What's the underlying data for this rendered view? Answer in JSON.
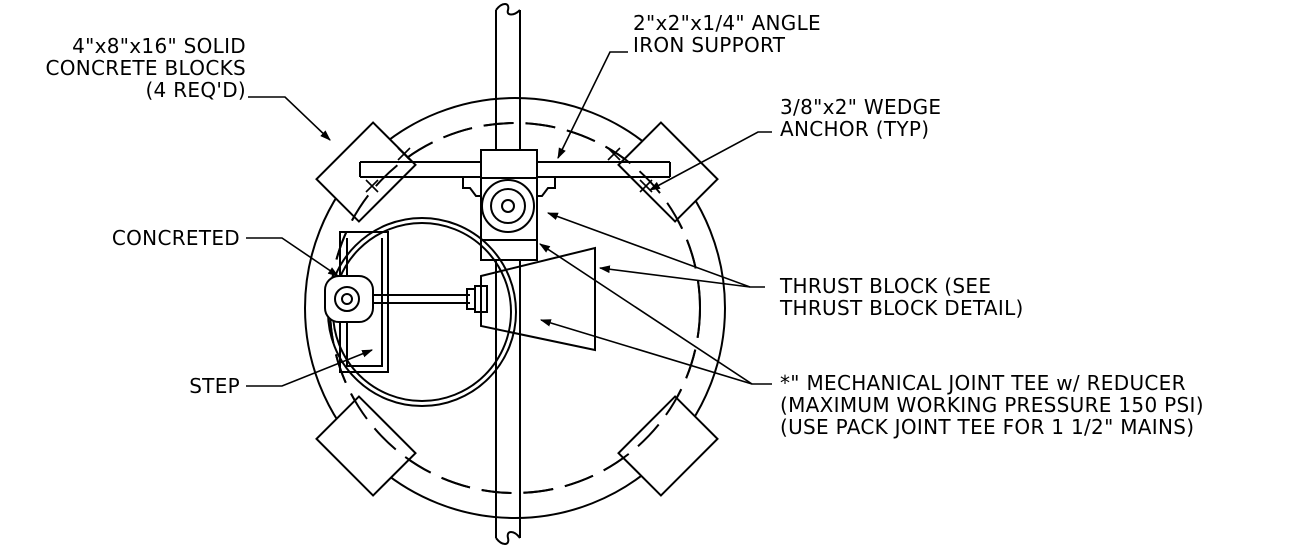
{
  "labels": {
    "blocks": [
      "4\"x8\"x16\" SOLID",
      "CONCRETE BLOCKS",
      "(4 REQ'D)"
    ],
    "angle": [
      "2\"x2\"x1/4\" ANGLE",
      "IRON SUPPORT"
    ],
    "wedge": [
      "3/8\"x2\" WEDGE",
      "ANCHOR (TYP)"
    ],
    "concreted": "CONCRETED",
    "thrust": [
      "THRUST BLOCK (SEE",
      "THRUST BLOCK DETAIL)"
    ],
    "step": "STEP",
    "tee": [
      "*\" MECHANICAL JOINT TEE w/ REDUCER",
      "(MAXIMUM WORKING PRESSURE 150 PSI)",
      "(USE PACK JOINT TEE FOR 1 1/2\" MAINS)"
    ]
  }
}
